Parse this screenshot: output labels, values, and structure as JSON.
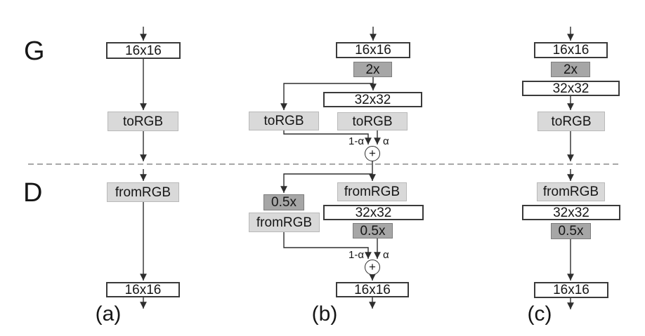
{
  "figure": {
    "rows": {
      "generator": "G",
      "discriminator": "D"
    },
    "symbols": {
      "plus": "+",
      "alpha": "α",
      "one_minus_alpha": "1-α"
    },
    "columns": [
      {
        "caption": "(a)",
        "generator": {
          "blocks": [
            "16x16",
            "toRGB"
          ]
        },
        "discriminator": {
          "blocks": [
            "fromRGB",
            "16x16"
          ]
        }
      },
      {
        "caption": "(b)",
        "generator": {
          "blocks": [
            "16x16",
            "2x",
            "32x32",
            "toRGB",
            "toRGB"
          ]
        },
        "discriminator": {
          "blocks": [
            "fromRGB",
            "0.5x",
            "fromRGB",
            "32x32",
            "0.5x",
            "16x16"
          ]
        }
      },
      {
        "caption": "(c)",
        "generator": {
          "blocks": [
            "16x16",
            "2x",
            "32x32",
            "toRGB"
          ]
        },
        "discriminator": {
          "blocks": [
            "fromRGB",
            "32x32",
            "0.5x",
            "16x16"
          ]
        }
      }
    ],
    "colors": {
      "box_white": "#ffffff",
      "box_light_gray": "#d9d9d9",
      "box_dark_gray": "#a6a6a6",
      "line": "#2e2e2e",
      "dashed_divider": "#a8a8a8"
    }
  }
}
